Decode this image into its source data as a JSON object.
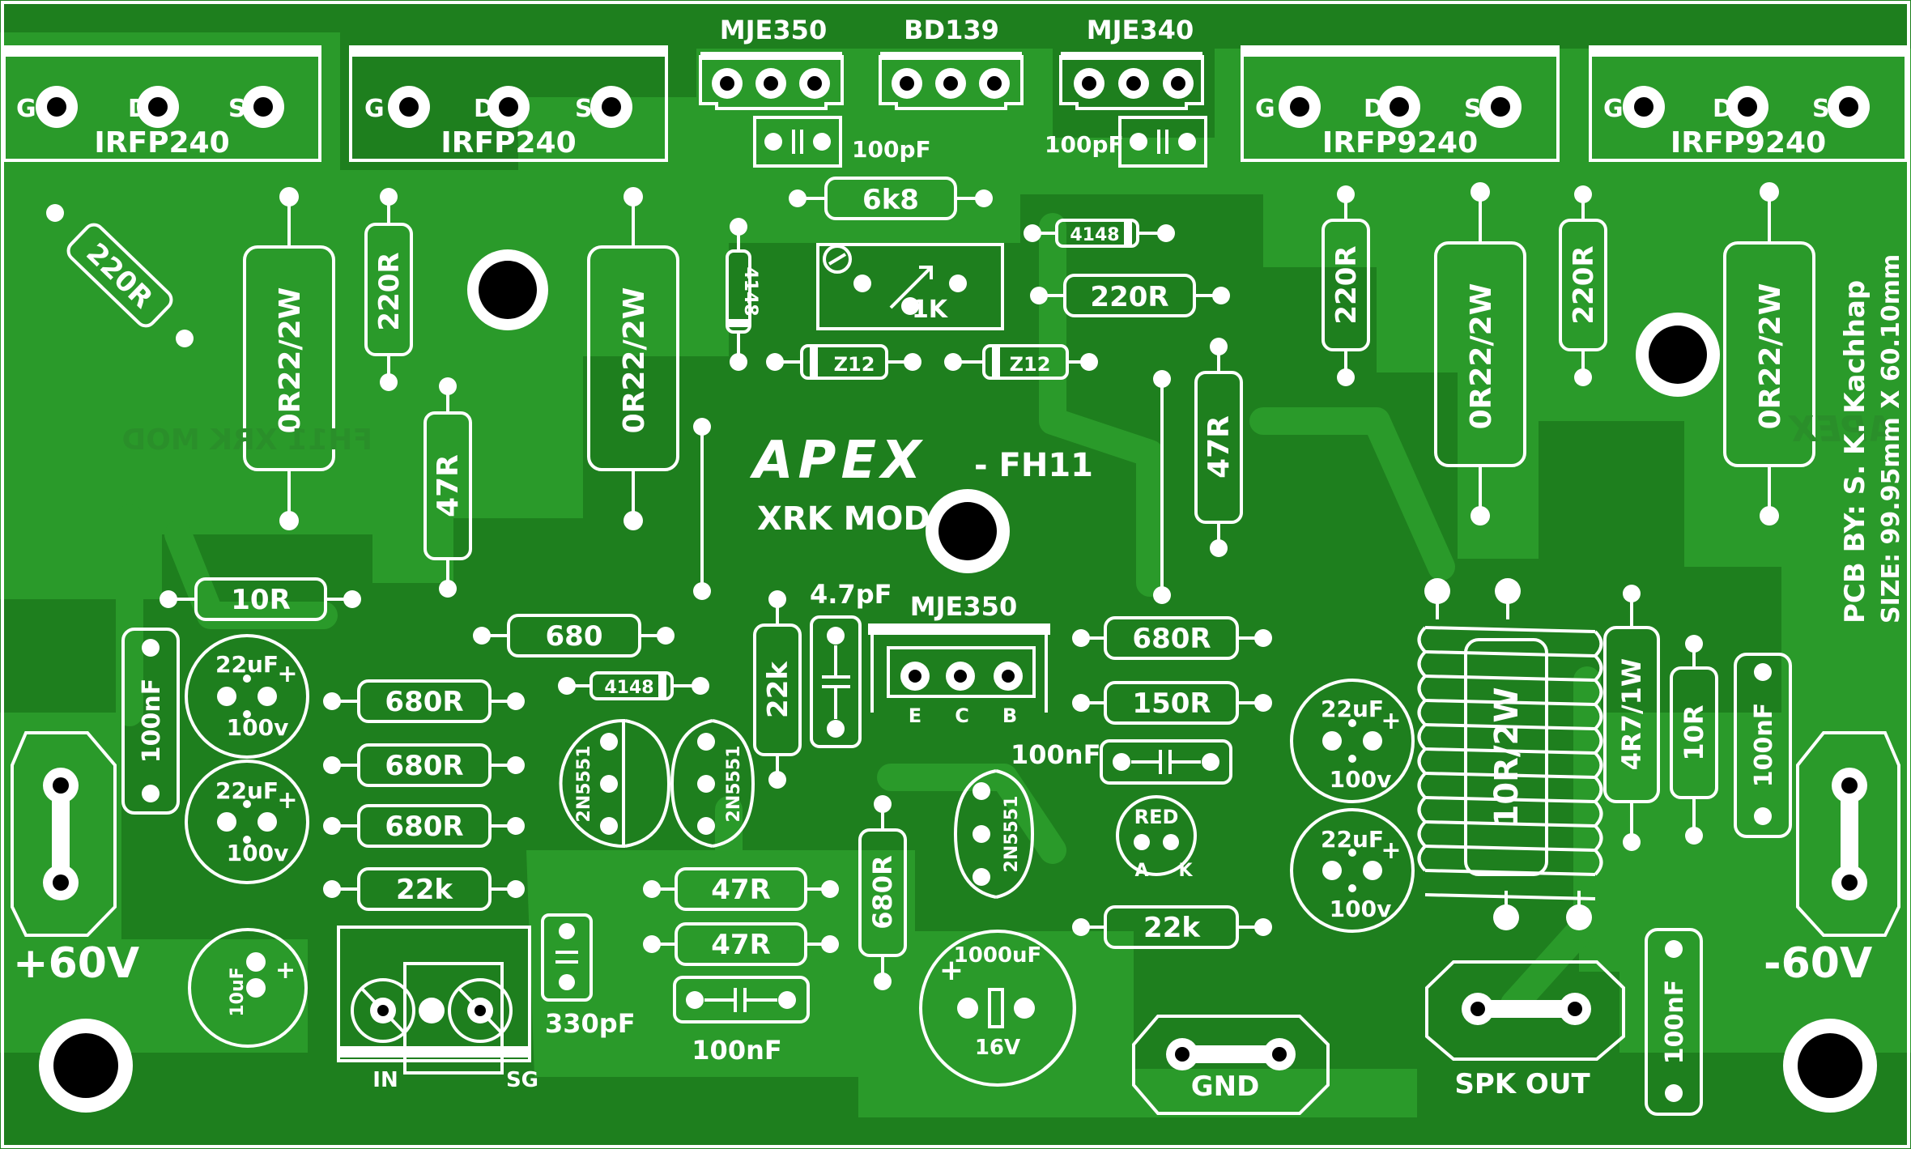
{
  "board": {
    "title": "APEX",
    "model": "- FH11",
    "subtitle": "XRK MOD",
    "mirror_left": "FH11 XRK MOD",
    "mirror_right": "APEX",
    "credit": "PCB BY: S. K. Kachhap",
    "size": "SIZE: 99.95mm X 60.10mm",
    "pos_rail": "+60V",
    "neg_rail": "-60V",
    "gnd": "GND",
    "spk": "SPK OUT",
    "in_label": "IN",
    "sg_label": "SG",
    "colors": {
      "board": "#1e7f1e",
      "copper": "#2a9a2a",
      "silk": "#ffffff",
      "hole": "#000000"
    }
  },
  "labels": {
    "mje350_top": "MJE350",
    "bd139": "BD139",
    "mje340": "MJE340",
    "mje350_mid": "MJE350",
    "irfp240_1": "IRFP240",
    "irfp240_2": "IRFP240",
    "irfp9240_1": "IRFP9240",
    "irfp9240_2": "IRFP9240",
    "g": "G",
    "d": "D",
    "s": "S",
    "ecb_e": "E",
    "ecb_c": "C",
    "ecb_b": "B",
    "c100pf_l": "100pF",
    "c100pf_r": "100pF",
    "c4p7": "4.7pF",
    "c100nf_mid": "100nF",
    "c100nf_bot": "100nF",
    "c330pf": "330pF",
    "r6k8": "6k8",
    "d4148_a": "4148",
    "d4148_b": "4148",
    "d4148_c": "4148",
    "r220_b": "220R",
    "trim1k": "1K",
    "z12_a": "Z12",
    "z12_b": "Z12",
    "r220_diag": "220R",
    "r220_v1": "220R",
    "r022_1": "0R22/2W",
    "r022_2": "0R22/2W",
    "r220_v2": "220R",
    "r022_3": "0R22/2W",
    "r220_v3": "220R",
    "r022_4": "0R22/2W",
    "r47_l": "47R",
    "r47_r": "47R",
    "r10": "10R",
    "c100nf_l": "100nF",
    "cap22_1": "22uF",
    "cap22_1v": "100v",
    "cap22_2": "22uF",
    "cap22_2v": "100v",
    "cap22_3": "22uF",
    "cap22_3v": "100v",
    "cap22_4": "22uF",
    "cap22_4v": "100v",
    "r680_a": "680",
    "r680r_1": "680R",
    "r680r_2": "680R",
    "r680r_3": "680R",
    "r22k_l": "22k",
    "r22k_v": "22k",
    "r680r_r": "680R",
    "r150r": "150R",
    "r22k_r": "22k",
    "r47r_b1": "47R",
    "r47r_b2": "47R",
    "r680r_v": "680R",
    "q2n5551_a": "2N5551",
    "q2n5551_b": "2N5551",
    "q2n5551_c": "2N5551",
    "c10uf": "10uF",
    "c1000uf": "1000uF",
    "c1000v": "16V",
    "led": "RED",
    "led_a": "A",
    "led_k": "K",
    "r10r2w": "10R/2W",
    "r4r7": "4R7/1W",
    "r10r_v": "10R",
    "c100nf_r": "100nF",
    "c100nf_br": "100nF"
  }
}
